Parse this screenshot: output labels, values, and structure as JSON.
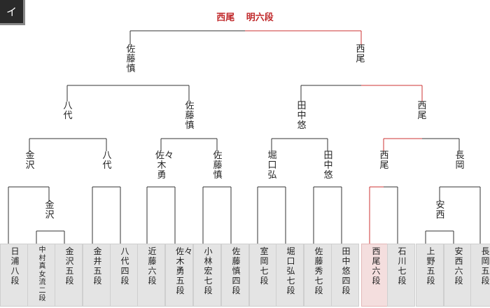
{
  "tab": {
    "label": "イ"
  },
  "final": {
    "winner": "西尾",
    "loser": "明六段"
  },
  "round4": {
    "left": "佐藤慎",
    "right": "西尾"
  },
  "round3": [
    "八代",
    "佐藤慎",
    "田中悠",
    "西尾"
  ],
  "round2": [
    "金沢",
    "八代",
    "佐々木勇",
    "佐藤慎",
    "堀口弘",
    "田中悠",
    "西尾",
    "長岡"
  ],
  "round1": {
    "upper": "金沢",
    "lower": "安西"
  },
  "players": [
    "日浦八段",
    "中村真女流二段",
    "金沢五段",
    "金井五段",
    "八代四段",
    "近藤六段",
    "佐々木勇五段",
    "小林宏七段",
    "佐藤慎四段",
    "室岡七段",
    "堀口弘七段",
    "佐藤秀七段",
    "田中悠四段",
    "西尾六段",
    "石川七段",
    "上野五段",
    "安西六段",
    "長岡五段"
  ],
  "colors": {
    "line": "#333333",
    "win_line": "#cc3333",
    "card": "#e4e4e4",
    "win_card": "#f4dede"
  }
}
